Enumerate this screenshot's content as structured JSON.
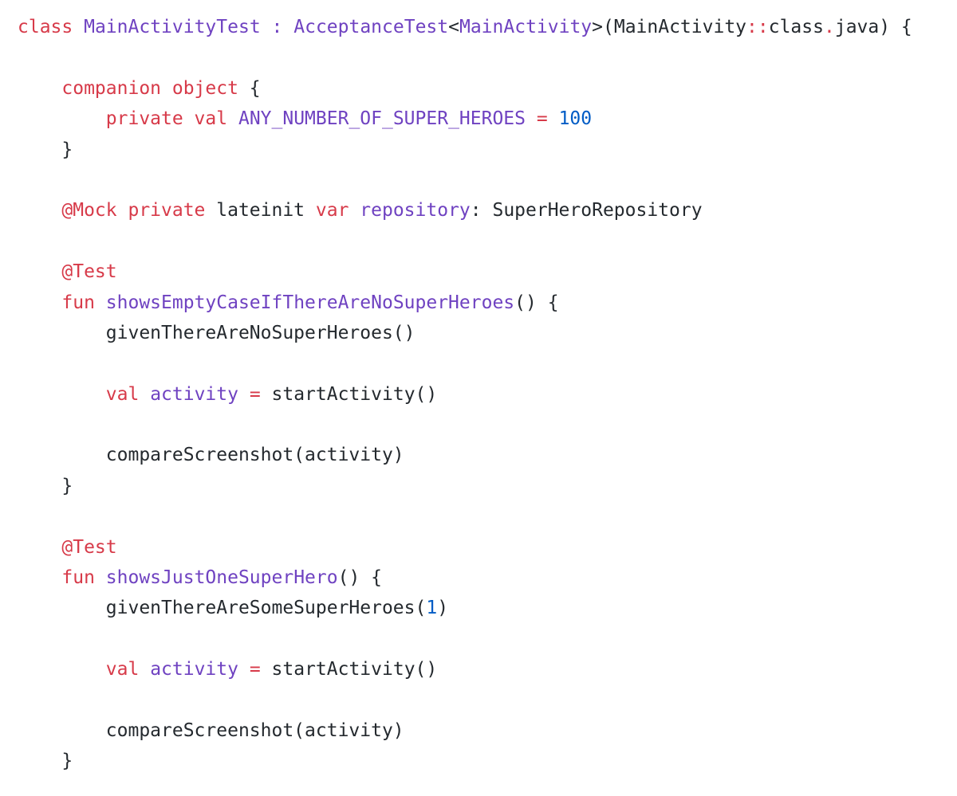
{
  "colors": {
    "background": "#ffffff",
    "keyword": "#d73a49",
    "definition": "#6f42c1",
    "plain": "#24292e",
    "number": "#005cc5"
  },
  "lines": [
    {
      "indent": "",
      "tokens": [
        {
          "t": "kw",
          "v": "class"
        },
        {
          "t": "txt",
          "v": " "
        },
        {
          "t": "def",
          "v": "MainActivityTest"
        },
        {
          "t": "txt",
          "v": " "
        },
        {
          "t": "def",
          "v": ":"
        },
        {
          "t": "txt",
          "v": " "
        },
        {
          "t": "def",
          "v": "AcceptanceTest"
        },
        {
          "t": "txt",
          "v": "<"
        },
        {
          "t": "def",
          "v": "MainActivity"
        },
        {
          "t": "txt",
          "v": ">(MainActivity"
        },
        {
          "t": "kw",
          "v": "::"
        },
        {
          "t": "txt",
          "v": "class"
        },
        {
          "t": "kw",
          "v": "."
        },
        {
          "t": "txt",
          "v": "java) {"
        }
      ]
    },
    {
      "indent": "",
      "tokens": []
    },
    {
      "indent": "    ",
      "tokens": [
        {
          "t": "kw",
          "v": "companion object"
        },
        {
          "t": "txt",
          "v": " {"
        }
      ]
    },
    {
      "indent": "        ",
      "tokens": [
        {
          "t": "kw",
          "v": "private val"
        },
        {
          "t": "txt",
          "v": " "
        },
        {
          "t": "def",
          "v": "ANY_NUMBER_OF_SUPER_HEROES"
        },
        {
          "t": "txt",
          "v": " "
        },
        {
          "t": "kw",
          "v": "="
        },
        {
          "t": "txt",
          "v": " "
        },
        {
          "t": "num",
          "v": "100"
        }
      ]
    },
    {
      "indent": "    ",
      "tokens": [
        {
          "t": "txt",
          "v": "}"
        }
      ]
    },
    {
      "indent": "",
      "tokens": []
    },
    {
      "indent": "    ",
      "tokens": [
        {
          "t": "kw",
          "v": "@Mock private"
        },
        {
          "t": "txt",
          "v": " lateinit "
        },
        {
          "t": "kw",
          "v": "var"
        },
        {
          "t": "txt",
          "v": " "
        },
        {
          "t": "def",
          "v": "repository"
        },
        {
          "t": "txt",
          "v": ": SuperHeroRepository"
        }
      ]
    },
    {
      "indent": "",
      "tokens": []
    },
    {
      "indent": "    ",
      "tokens": [
        {
          "t": "kw",
          "v": "@Test"
        }
      ]
    },
    {
      "indent": "    ",
      "tokens": [
        {
          "t": "kw",
          "v": "fun"
        },
        {
          "t": "txt",
          "v": " "
        },
        {
          "t": "def",
          "v": "showsEmptyCaseIfThereAreNoSuperHeroes"
        },
        {
          "t": "txt",
          "v": "() {"
        }
      ]
    },
    {
      "indent": "        ",
      "tokens": [
        {
          "t": "txt",
          "v": "givenThereAreNoSuperHeroes()"
        }
      ]
    },
    {
      "indent": "",
      "tokens": []
    },
    {
      "indent": "        ",
      "tokens": [
        {
          "t": "kw",
          "v": "val"
        },
        {
          "t": "txt",
          "v": " "
        },
        {
          "t": "def",
          "v": "activity"
        },
        {
          "t": "txt",
          "v": " "
        },
        {
          "t": "kw",
          "v": "="
        },
        {
          "t": "txt",
          "v": " startActivity()"
        }
      ]
    },
    {
      "indent": "",
      "tokens": []
    },
    {
      "indent": "        ",
      "tokens": [
        {
          "t": "txt",
          "v": "compareScreenshot(activity)"
        }
      ]
    },
    {
      "indent": "    ",
      "tokens": [
        {
          "t": "txt",
          "v": "}"
        }
      ]
    },
    {
      "indent": "",
      "tokens": []
    },
    {
      "indent": "    ",
      "tokens": [
        {
          "t": "kw",
          "v": "@Test"
        }
      ]
    },
    {
      "indent": "    ",
      "tokens": [
        {
          "t": "kw",
          "v": "fun"
        },
        {
          "t": "txt",
          "v": " "
        },
        {
          "t": "def",
          "v": "showsJustOneSuperHero"
        },
        {
          "t": "txt",
          "v": "() {"
        }
      ]
    },
    {
      "indent": "        ",
      "tokens": [
        {
          "t": "txt",
          "v": "givenThereAreSomeSuperHeroes("
        },
        {
          "t": "num",
          "v": "1"
        },
        {
          "t": "txt",
          "v": ")"
        }
      ]
    },
    {
      "indent": "",
      "tokens": []
    },
    {
      "indent": "        ",
      "tokens": [
        {
          "t": "kw",
          "v": "val"
        },
        {
          "t": "txt",
          "v": " "
        },
        {
          "t": "def",
          "v": "activity"
        },
        {
          "t": "txt",
          "v": " "
        },
        {
          "t": "kw",
          "v": "="
        },
        {
          "t": "txt",
          "v": " startActivity()"
        }
      ]
    },
    {
      "indent": "",
      "tokens": []
    },
    {
      "indent": "        ",
      "tokens": [
        {
          "t": "txt",
          "v": "compareScreenshot(activity)"
        }
      ]
    },
    {
      "indent": "    ",
      "tokens": [
        {
          "t": "txt",
          "v": "}"
        }
      ]
    }
  ]
}
